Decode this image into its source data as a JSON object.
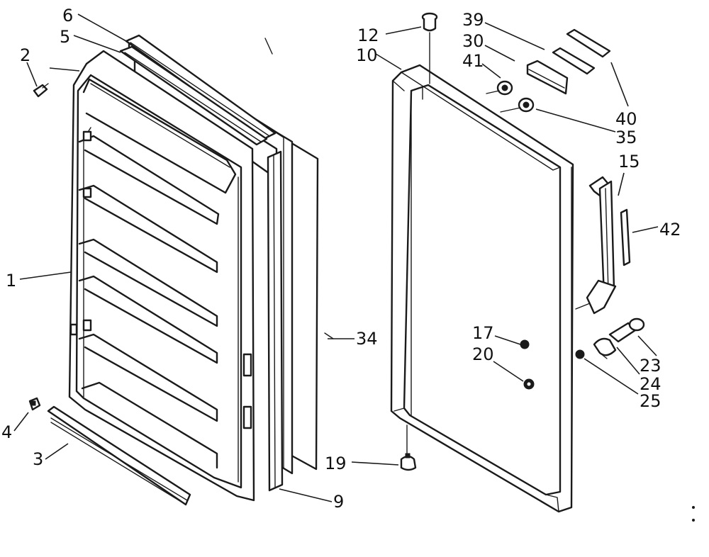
{
  "diagram": {
    "parts": [
      {
        "key": "door-liner",
        "number": "1"
      },
      {
        "key": "liner-screw",
        "number": "2"
      },
      {
        "key": "bottom-breaker-strip",
        "number": "3"
      },
      {
        "key": "strip-clip",
        "number": "4"
      },
      {
        "key": "top-breaker-strip",
        "number": "5"
      },
      {
        "key": "door-gasket-top",
        "number": "6"
      },
      {
        "key": "door-gasket",
        "number": "9"
      },
      {
        "key": "door-panel",
        "number": "10"
      },
      {
        "key": "top-hinge-bushing",
        "number": "12"
      },
      {
        "key": "door-handle",
        "number": "15"
      },
      {
        "key": "handle-nut",
        "number": "17"
      },
      {
        "key": "lock-washer",
        "number": "19"
      },
      {
        "key": "bottom-hinge-pin",
        "number": "20"
      },
      {
        "key": "lock-body",
        "number": "23"
      },
      {
        "key": "lock-cam",
        "number": "24"
      },
      {
        "key": "lock-nut",
        "number": "25"
      },
      {
        "key": "door-insulation",
        "number": "34"
      },
      {
        "key": "door-stop",
        "number": "35"
      },
      {
        "key": "trim-strip-upper",
        "number": "39"
      },
      {
        "key": "trim-strip-lower",
        "number": "30"
      },
      {
        "key": "door-spacer",
        "number": "41"
      },
      {
        "key": "nameplate",
        "number": "40"
      },
      {
        "key": "handle-insert",
        "number": "42"
      }
    ]
  }
}
